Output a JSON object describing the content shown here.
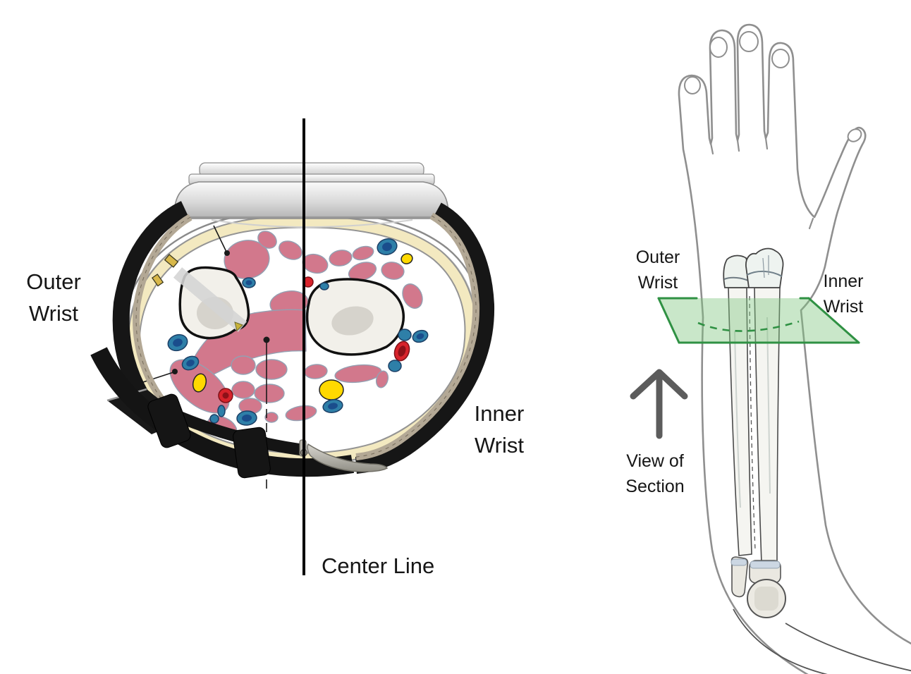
{
  "figure": {
    "description": "Watch-on-wrist cross-section diagram with arm section-plane reference",
    "left_panel": {
      "type": "wrist cross-section with wristwatch",
      "labels": {
        "outer_wrist": "Outer Wrist",
        "inner_wrist": "Inner Wrist",
        "center_line": "Center Line"
      }
    },
    "right_panel": {
      "type": "hand and forearm with section plane",
      "labels": {
        "outer_wrist": "Outer Wrist",
        "inner_wrist": "Inner Wrist",
        "view_of_section": "View of Section"
      }
    },
    "colors": {
      "muscle_pink": "#d2788c",
      "bone_white": "#f2f0ea",
      "skin_cream": "#f3e9c0",
      "vein_blue": "#2e7fa8",
      "vein_core_navy": "#1a4d8c",
      "artery_red": "#d8232b",
      "nerve_yellow": "#ffd900",
      "strap_black": "#161616",
      "strap_lining_beige": "#b3a895",
      "watch_steel": "#c8c8c8",
      "plane_green_border": "#2f9143",
      "plane_green_fill": "#cbe6ca",
      "arrow_gray": "#464646",
      "outline_gray": "#8f8f8f",
      "center_line_black": "#000000"
    }
  }
}
